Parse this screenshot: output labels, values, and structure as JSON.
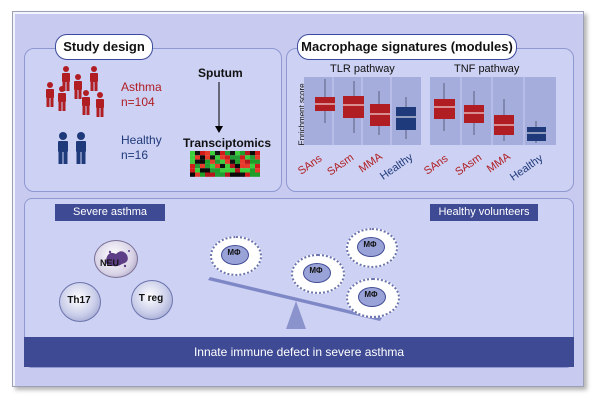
{
  "study_design": {
    "title": "Study design",
    "asthma_label": "Asthma",
    "asthma_n": "n=104",
    "healthy_label": "Healthy",
    "healthy_n": "n=16",
    "sputum": "Sputum",
    "transcriptomics": "Transciptomics"
  },
  "signatures": {
    "title": "Macrophage signatures (modules)",
    "ylabel": "Enrichment score",
    "tlr_title": "TLR pathway",
    "tnf_title": "TNF pathway",
    "groups": [
      "SAns",
      "SAsm",
      "MMA",
      "Healthy"
    ]
  },
  "model": {
    "severe_label": "Severe asthma",
    "healthy_label": "Healthy volunteers",
    "neu": "NEU",
    "th17": "Th17",
    "treg": "T reg",
    "mphi": "MΦ",
    "conclusion": "Innate immune defect in severe asthma"
  },
  "colors": {
    "asthma": "#b01e23",
    "healthy": "#1f3a7a",
    "accent": "#3f4a95"
  }
}
